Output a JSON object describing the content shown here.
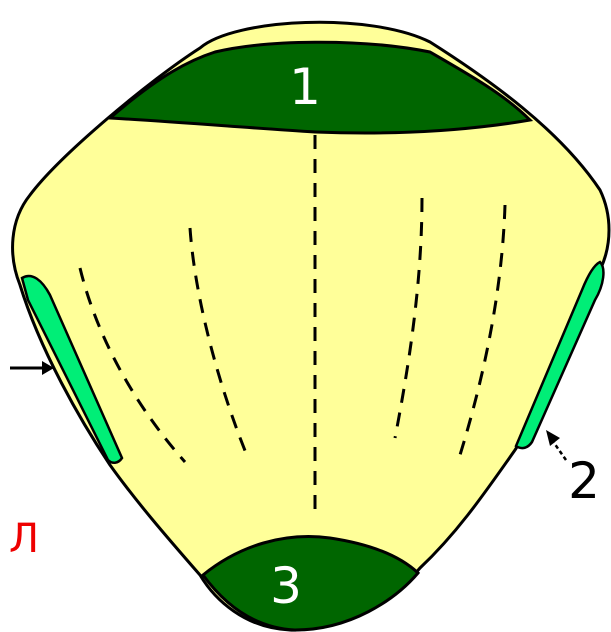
{
  "labels": {
    "top": "1",
    "right_marker": "2",
    "bottom": "3",
    "corner": "Л"
  },
  "colors": {
    "body": "#ffff99",
    "dark_green": "#006600",
    "light_green": "#00ee77",
    "outline": "#000000",
    "label_white": "#ffffff",
    "label_black": "#000000",
    "corner_red": "#ee0000"
  }
}
